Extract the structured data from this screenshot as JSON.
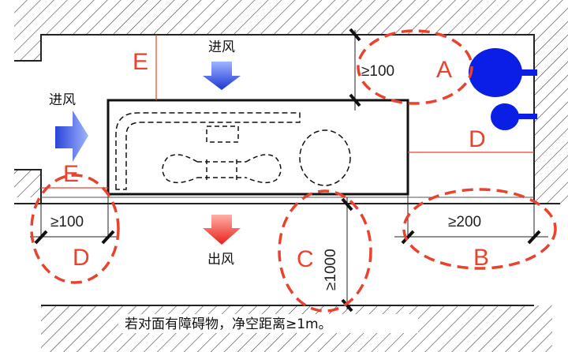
{
  "labels": {
    "A": "A",
    "B": "B",
    "C": "C",
    "D_right": "D",
    "D_left": "D",
    "E_top": "E",
    "E_left": "E"
  },
  "dimensions": {
    "top_right": "≥100",
    "left": "≥100",
    "right": "≥200",
    "front": "≥1000"
  },
  "airflow": {
    "intake_top": "进风",
    "intake_left": "进风",
    "outlet": "出风"
  },
  "note": "若对面有障碍物，净空距离≥1m。",
  "colors": {
    "callout": "#e8432e",
    "intake": "#1f3fd8",
    "outlet": "#e8322a",
    "pipe": "#0a1ee6"
  }
}
